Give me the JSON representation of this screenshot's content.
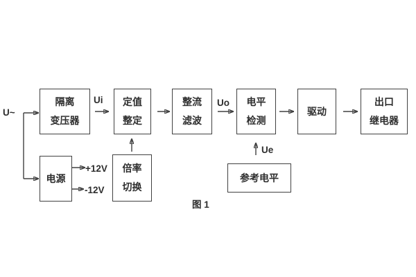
{
  "figure": {
    "caption": "图 1",
    "colors": {
      "line": "#404040",
      "text": "#2e2e2e",
      "background": "#ffffff"
    }
  },
  "blocks": {
    "isolation_transformer": {
      "label": "隔离\n变压器"
    },
    "setting_adjust": {
      "label": "定值\n整定"
    },
    "rectify_filter": {
      "label": "整流\n滤波"
    },
    "level_detect": {
      "label": "电平\n检测"
    },
    "drive": {
      "label": "驱动"
    },
    "output_relay": {
      "label": "出口\n继电器"
    },
    "power_supply": {
      "label": "电源"
    },
    "rate_switch": {
      "label": "倍率\n切换"
    },
    "reference_level": {
      "label": "参考电平"
    }
  },
  "signals": {
    "input": "U~",
    "ui": "Ui",
    "uo": "Uo",
    "ue": "Ue",
    "plus12v": "+12V",
    "minus12v": "-12V"
  }
}
